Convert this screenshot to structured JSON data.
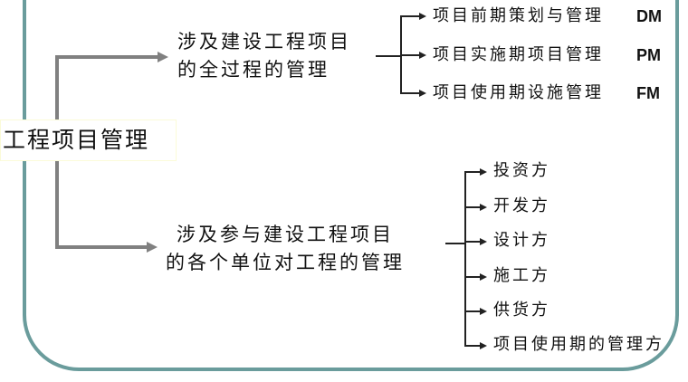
{
  "diagram": {
    "title": "工程项目管理",
    "colors": {
      "frame": "#6a9c9c",
      "connector": "#808080",
      "bracket": "#222222",
      "text": "#111111"
    },
    "branches": [
      {
        "label_line1": "涉及建设工程项目",
        "label_line2": "的全过程的管理",
        "children": [
          {
            "label": "项目前期策划与管理",
            "code": "DM"
          },
          {
            "label": "项目实施期项目管理",
            "code": "PM"
          },
          {
            "label": "项目使用期设施管理",
            "code": "FM"
          }
        ]
      },
      {
        "label_line1": "涉及参与建设工程项目",
        "label_line2": "的各个单位对工程的管理",
        "children": [
          {
            "label": "投资方"
          },
          {
            "label": "开发方"
          },
          {
            "label": "设计方"
          },
          {
            "label": "施工方"
          },
          {
            "label": "供货方"
          },
          {
            "label": "项目使用期的管理方"
          }
        ]
      }
    ]
  }
}
